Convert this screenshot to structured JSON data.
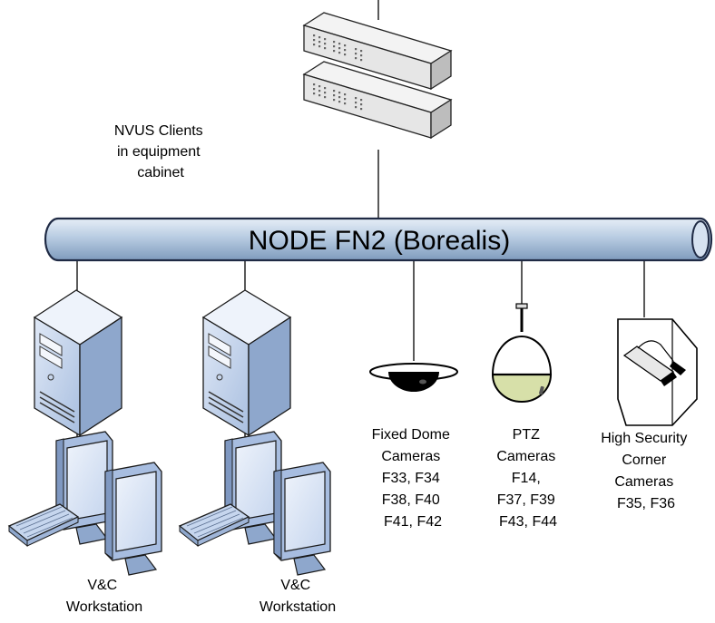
{
  "bus": {
    "label": "NODE FN2  (Borealis)"
  },
  "clients": {
    "label_lines": [
      "NVUS Clients",
      "in equipment",
      "cabinet"
    ]
  },
  "workstations": [
    {
      "label_lines": [
        "V&C",
        "Workstation"
      ]
    },
    {
      "label_lines": [
        "V&C",
        "Workstation"
      ]
    }
  ],
  "fixed_dome": {
    "label_lines": [
      "Fixed Dome",
      "Cameras",
      "F33, F34",
      "F38, F40",
      "F41, F42"
    ]
  },
  "ptz": {
    "label_lines": [
      "PTZ",
      "Cameras",
      "F14,",
      "F37, F39",
      "F43, F44"
    ]
  },
  "corner": {
    "label_lines": [
      "High Security",
      "Corner",
      "Cameras",
      "F35, F36"
    ]
  },
  "colors": {
    "bus_fill": "#b9cde2",
    "bus_stroke": "#1f2a44",
    "server_blue": "#c6d6ee",
    "monitor_blue": "#b8cbe8",
    "ptz_lower": "#d7e0a9"
  }
}
